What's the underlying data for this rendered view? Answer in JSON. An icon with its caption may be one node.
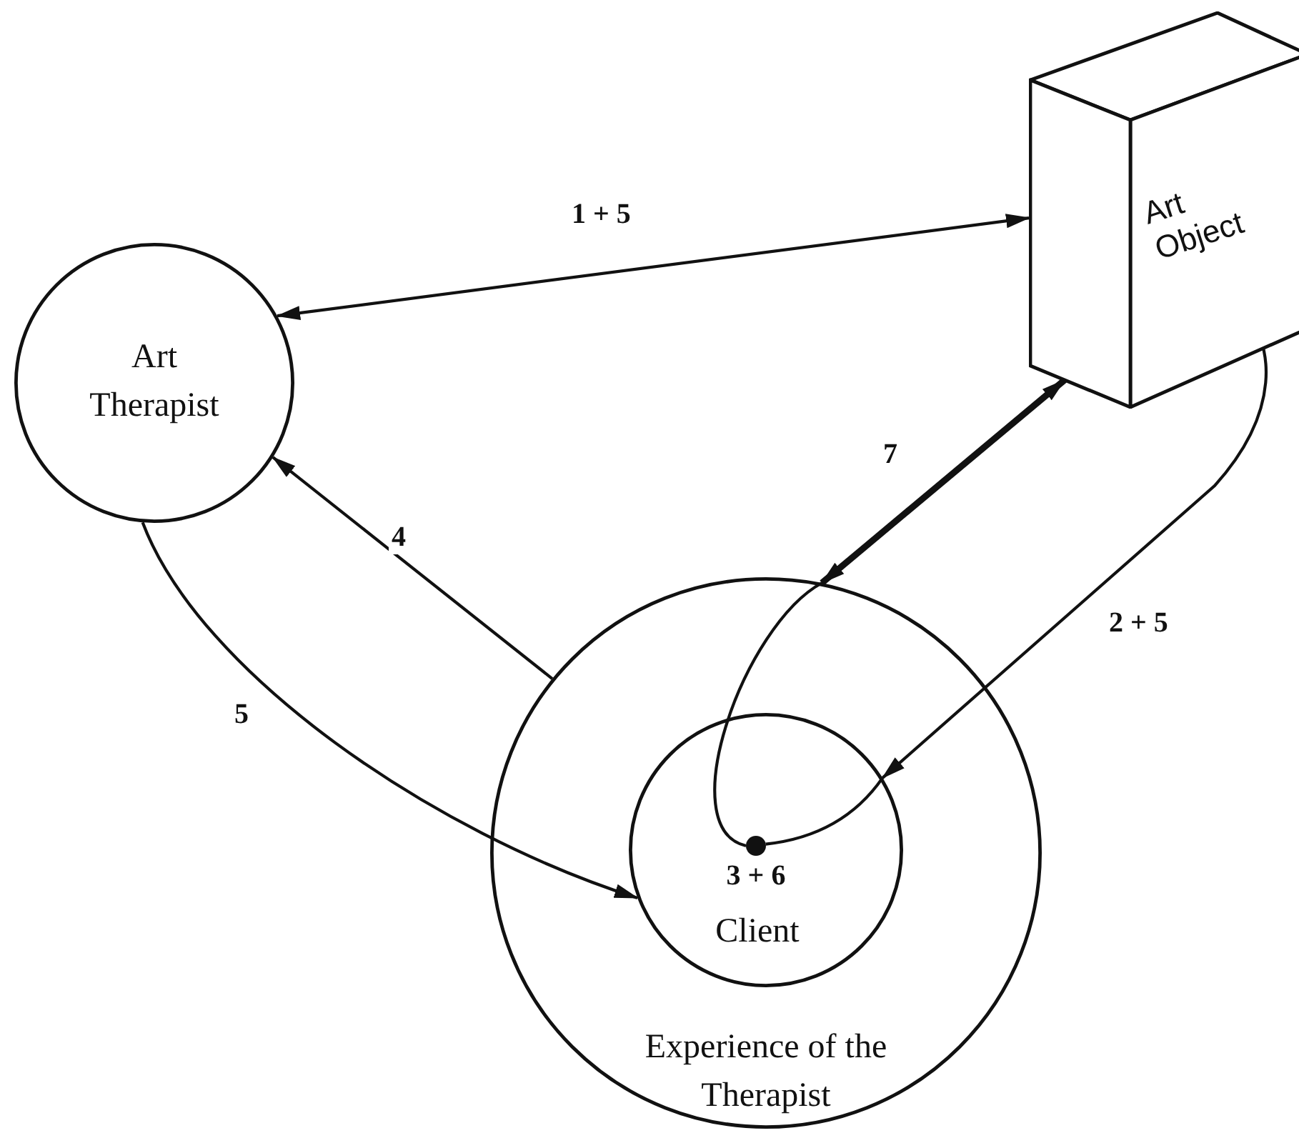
{
  "diagram": {
    "nodes": [
      {
        "text": [
          "Art Therapist"
        ]
      },
      {
        "text": [
          "Art Object"
        ]
      },
      {
        "text": [
          "Experience of the Therapist"
        ]
      },
      {
        "text": [
          "Client"
        ],
        "in": 2
      },
      {
        "text": [],
        "shape": "circle",
        "in": 3,
        "beside": [
          "3 + 6"
        ]
      }
    ],
    "edges": [
      {
        "from": 0,
        "to": 1,
        "arrow": "both",
        "label": "1 + 5"
      },
      {
        "from": 2,
        "to": 0,
        "arrow": "to",
        "label": "4"
      },
      {
        "from": 0,
        "to": 3,
        "arrow": "to",
        "label": "5"
      },
      {
        "from": 1,
        "to": 2,
        "arrow": "both",
        "label": "7",
        "style": "thick"
      },
      {
        "from": 1,
        "to": 3,
        "arrow": "to",
        "label": "2 + 5"
      },
      {
        "from": 2,
        "to": 4,
        "arrow": "none"
      },
      {
        "from": 3,
        "to": 4,
        "arrow": "none"
      }
    ]
  }
}
